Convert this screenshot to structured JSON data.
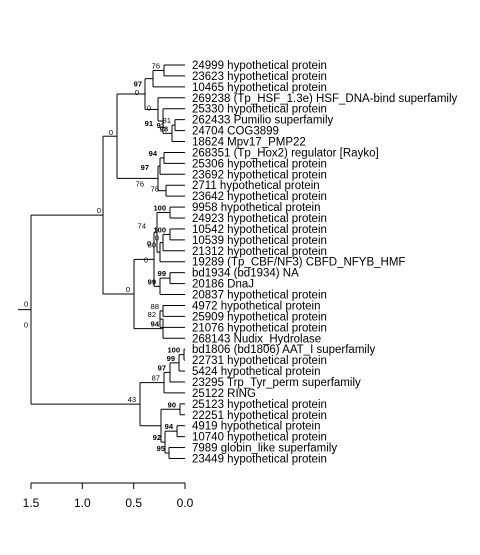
{
  "leaves": [
    "24999 hypothetical protein",
    "23623 hypothetical protein",
    "10465 hypothetical protein",
    "269238 (Tp_HSF_1.3e) HSF_DNA-bind superfamily",
    "25330 hypothetical protein",
    "262433 Pumilio superfamily",
    "24704 COG3899",
    "18624 Mpv17_PMP22",
    "268351 (Tp_Hox2) regulator [Rayko]",
    "25306 hypothetical protein",
    "23692 hypothetical protein",
    "2711 hypothetical protein",
    "23642 hypothetical protein",
    "9958 hypothetical protein",
    "24923 hypothetical protein",
    "10542 hypothetical protein",
    "10539 hypothetical protein",
    "21312 hypothetical protein",
    "19289 (Tp_CBF/NF3) CBFD_NFYB_HMF",
    "bd1934 (bd1934) NA",
    "20186 DnaJ",
    "20837 hypothetical protein",
    "4972 hypothetical protein",
    "25909 hypothetical protein",
    "21076 hypothetical protein",
    "268143 Nudix_Hydrolase",
    "bd1806 (bd1806) AAT_I superfamily",
    "22731 hypothetical protein",
    "5424 hypothetical protein",
    "23295 Trp_Tyr_perm superfamily",
    "25122 RING",
    "25123 hypothetical protein",
    "22251 hypothetical protein",
    "4919 hypothetical protein",
    "10740 hypothetical protein",
    "7989 globin_like superfamily",
    "23449 hypothetical protein"
  ],
  "support_values": [
    {
      "value": "76",
      "bold": false
    },
    {
      "value": "97",
      "bold": true
    },
    {
      "value": "81",
      "bold": false
    },
    {
      "value": "0",
      "bold": false
    },
    {
      "value": "91",
      "bold": true
    },
    {
      "value": "98",
      "bold": true
    },
    {
      "value": "91",
      "bold": true
    },
    {
      "value": "0",
      "bold": false
    },
    {
      "value": "94",
      "bold": true
    },
    {
      "value": "97",
      "bold": true
    },
    {
      "value": "76",
      "bold": false
    },
    {
      "value": "78",
      "bold": false
    },
    {
      "value": "0",
      "bold": false
    },
    {
      "value": "100",
      "bold": true
    },
    {
      "value": "74",
      "bold": false
    },
    {
      "value": "100",
      "bold": true
    },
    {
      "value": "0",
      "bold": false
    },
    {
      "value": "0",
      "bold": false
    },
    {
      "value": "80",
      "bold": false
    },
    {
      "value": "0",
      "bold": false
    },
    {
      "value": "99",
      "bold": true
    },
    {
      "value": "99",
      "bold": true
    },
    {
      "value": "0",
      "bold": false
    },
    {
      "value": "88",
      "bold": false
    },
    {
      "value": "82",
      "bold": false
    },
    {
      "value": "94",
      "bold": true
    },
    {
      "value": "0",
      "bold": false
    },
    {
      "value": "100",
      "bold": true
    },
    {
      "value": "99",
      "bold": true
    },
    {
      "value": "97",
      "bold": true
    },
    {
      "value": "87",
      "bold": false
    },
    {
      "value": "43",
      "bold": false
    },
    {
      "value": "90",
      "bold": true
    },
    {
      "value": "0",
      "bold": false
    },
    {
      "value": "94",
      "bold": true
    },
    {
      "value": "92",
      "bold": true
    },
    {
      "value": "95",
      "bold": true
    }
  ],
  "axis": {
    "ticks": [
      "1.5",
      "1.0",
      "0.5",
      "0.0"
    ]
  }
}
